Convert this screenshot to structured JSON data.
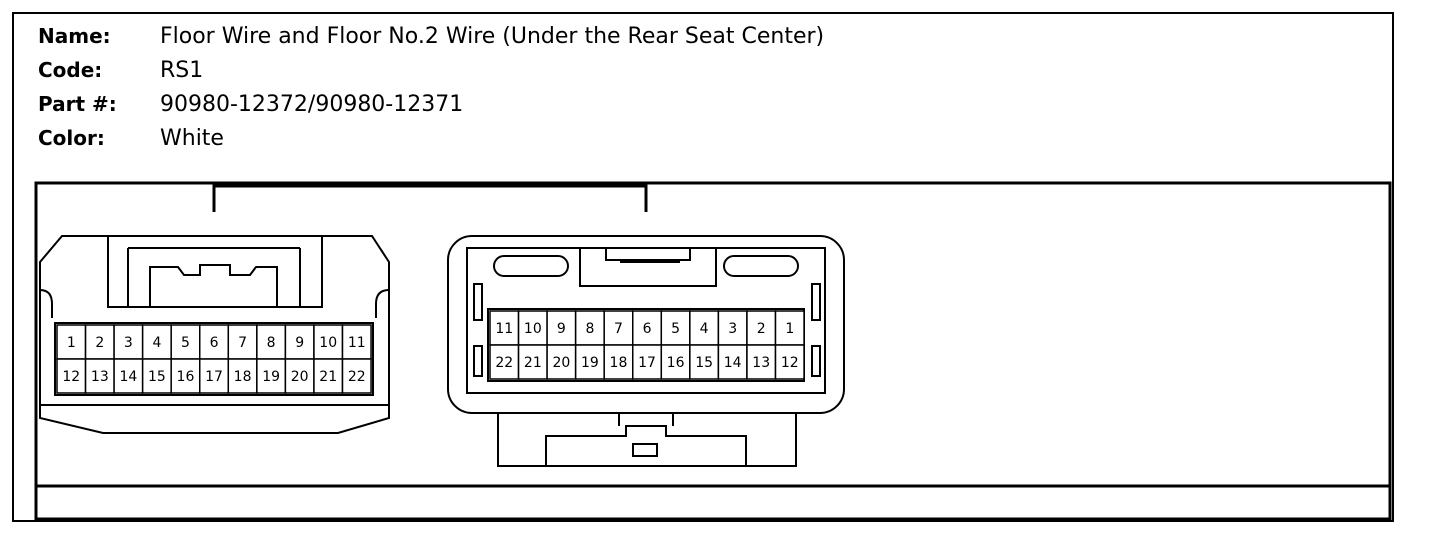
{
  "info": {
    "name_label": "Name:",
    "name_value": "Floor Wire and Floor No.2 Wire (Under the Rear Seat Center)",
    "code_label": "Code:",
    "code_value": "RS1",
    "part_label": "Part #:",
    "part_value": "90980-12372/90980-12371",
    "color_label": "Color:",
    "color_value": "White"
  },
  "connectors": [
    {
      "top_row": [
        "1",
        "2",
        "3",
        "4",
        "5",
        "6",
        "7",
        "8",
        "9",
        "10",
        "11"
      ],
      "bottom_row": [
        "12",
        "13",
        "14",
        "15",
        "16",
        "17",
        "18",
        "19",
        "20",
        "21",
        "22"
      ]
    },
    {
      "top_row": [
        "11",
        "10",
        "9",
        "8",
        "7",
        "6",
        "5",
        "4",
        "3",
        "2",
        "1"
      ],
      "bottom_row": [
        "22",
        "21",
        "20",
        "19",
        "18",
        "17",
        "16",
        "15",
        "14",
        "13",
        "12"
      ]
    }
  ]
}
